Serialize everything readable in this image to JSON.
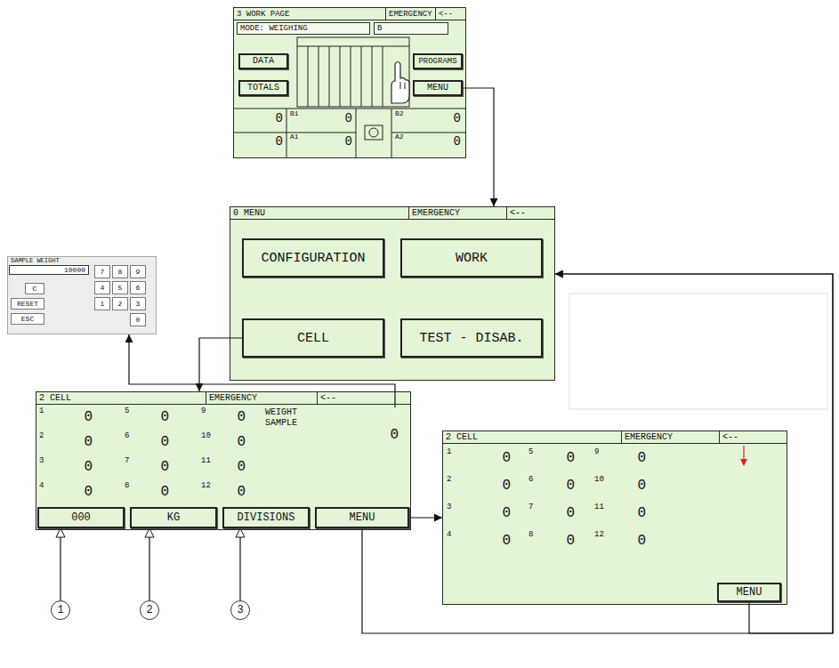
{
  "diagram": {
    "nodes": [
      {
        "text": [
          "3 WORK PAGE",
          "EMERGENCY",
          "<--"
        ]
      },
      {
        "text": [
          "MODE: WEIGHING"
        ],
        "in": 0
      },
      {
        "text": [
          "B"
        ],
        "in": 0
      },
      {
        "text": [
          "DATA"
        ],
        "in": 0
      },
      {
        "text": [
          "TOTALS"
        ],
        "in": 0
      },
      {
        "text": [
          "PROGRAMS"
        ],
        "in": 0
      },
      {
        "text": [
          "MENU"
        ],
        "in": 0
      },
      {
        "text": [
          "0 MENU",
          "EMERGENCY",
          "<--"
        ]
      },
      {
        "text": [
          "CONFIGURATION"
        ],
        "in": 7
      },
      {
        "text": [
          "WORK"
        ],
        "in": 7
      },
      {
        "text": [
          "CELL"
        ],
        "in": 7
      },
      {
        "text": [
          "TEST - DISAB."
        ],
        "in": 7
      },
      {
        "text": [
          "SAMPLE WEIGHT"
        ]
      },
      {
        "text": [
          "10000"
        ],
        "in": 12
      },
      {
        "text": [
          "C"
        ],
        "in": 12
      },
      {
        "text": [
          "RESET"
        ],
        "in": 12
      },
      {
        "text": [
          "ESC"
        ],
        "in": 12
      },
      {
        "text": [
          "7"
        ],
        "in": 12
      },
      {
        "text": [
          "8"
        ],
        "in": 12
      },
      {
        "text": [
          "9"
        ],
        "in": 12
      },
      {
        "text": [
          "4"
        ],
        "in": 12
      },
      {
        "text": [
          "5"
        ],
        "in": 12
      },
      {
        "text": [
          "6"
        ],
        "in": 12
      },
      {
        "text": [
          "1"
        ],
        "in": 12
      },
      {
        "text": [
          "2"
        ],
        "in": 12
      },
      {
        "text": [
          "3"
        ],
        "in": 12
      },
      {
        "text": [
          "0"
        ],
        "in": 12
      },
      {
        "text": [
          "2 CELL",
          "EMERGENCY",
          "<--"
        ]
      },
      {
        "text": [
          "000"
        ],
        "in": 27
      },
      {
        "text": [
          "KG"
        ],
        "in": 27
      },
      {
        "text": [
          "DIVISIONS"
        ],
        "in": 27
      },
      {
        "text": [
          "MENU"
        ],
        "in": 27
      },
      {
        "text": [
          "WEIGHT SAMPLE",
          "0"
        ],
        "in": 27
      },
      {
        "text": [
          "2 CELL",
          "EMERGENCY",
          "<--"
        ]
      },
      {
        "text": [
          "MENU"
        ],
        "in": 33
      },
      {
        "text": [
          "1"
        ]
      },
      {
        "text": [
          "2"
        ]
      },
      {
        "text": [
          "3"
        ]
      }
    ],
    "edges": [
      {
        "from": 6,
        "to": 7,
        "arrow": "to"
      },
      {
        "from": 10,
        "to": 27,
        "arrow": "to"
      },
      {
        "from": 32,
        "to": 12,
        "arrow": "to"
      },
      {
        "from": 31,
        "to": 33,
        "arrow": "to"
      },
      {
        "from": 31,
        "to": 7,
        "arrow": "to"
      },
      {
        "from": 34,
        "to": 7,
        "arrow": "to"
      },
      {
        "from": 35,
        "to": 28,
        "arrow": "to"
      },
      {
        "from": 36,
        "to": 29,
        "arrow": "to"
      },
      {
        "from": 37,
        "to": 30,
        "arrow": "to"
      }
    ],
    "labels": [
      "0",
      "B1",
      "0",
      "B2",
      "0",
      "0",
      "A1",
      "0",
      "A2",
      "0",
      "1",
      "0",
      "5",
      "0",
      "9",
      "0",
      "2",
      "0",
      "6",
      "0",
      "10",
      "0",
      "3",
      "0",
      "7",
      "0",
      "11",
      "0",
      "4",
      "0",
      "8",
      "0",
      "12",
      "0",
      "1",
      "0",
      "5",
      "0",
      "9",
      "0",
      "2",
      "0",
      "6",
      "0",
      "10",
      "0",
      "3",
      "0",
      "7",
      "0",
      "11",
      "0",
      "4",
      "0",
      "8",
      "0",
      "12",
      "0"
    ]
  }
}
